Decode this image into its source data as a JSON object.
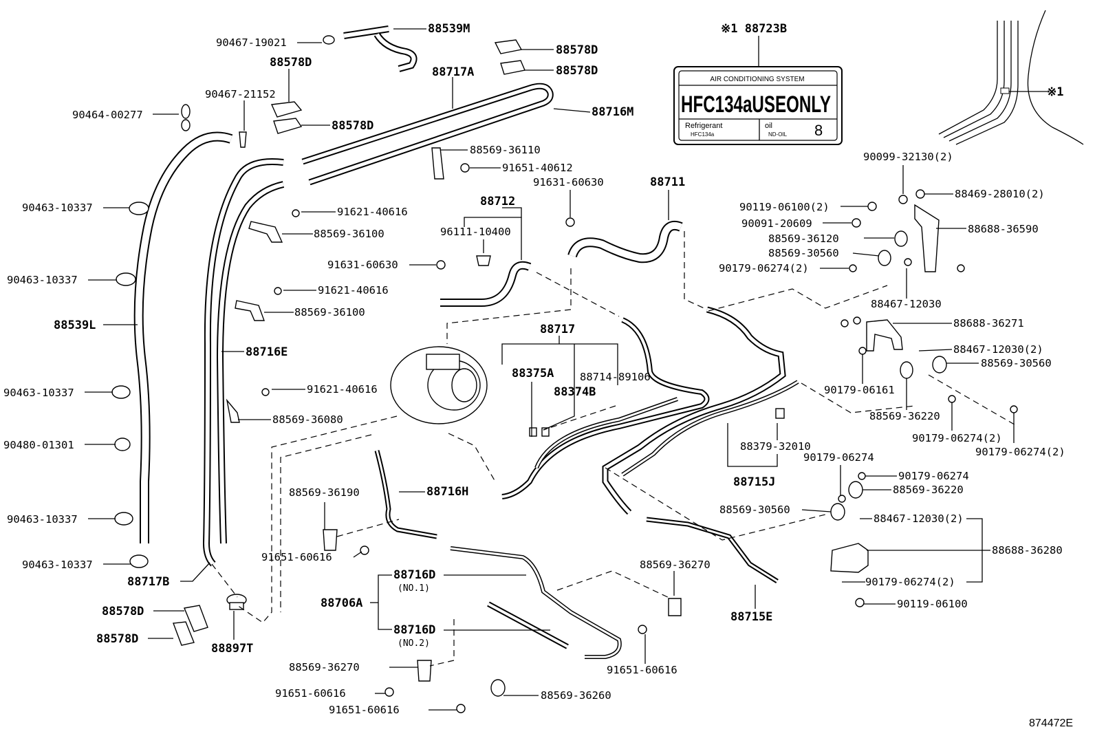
{
  "diagram_code": "874472E",
  "label": {
    "note": "※1 88723B",
    "header": "AIR CONDITIONING SYSTEM",
    "main": "HFC134aUSEONLY",
    "refrigerant": "Refrigerant",
    "refrigerant_type": "HFC134a",
    "oil": "oil",
    "oil_type": "ND-OIL",
    "oil_number": "8"
  },
  "callouts": {
    "c88539M": "88539M",
    "c90467_19021": "90467-19021",
    "c88578D_a": "88578D",
    "c88578D_b": "88578D",
    "c88578D_c": "88578D",
    "c88578D_d": "88578D",
    "c88578D_e": "88578D",
    "c88578D_f": "88578D",
    "c88717A": "88717A",
    "c88716M": "88716M",
    "c90467_21152": "90467-21152",
    "c90464_00277": "90464-00277",
    "c90463_a": "90463-10337",
    "c90463_b": "90463-10337",
    "c90463_c": "90463-10337",
    "c90463_d": "90463-10337",
    "c90463_e": "90463-10337",
    "c90480": "90480-01301",
    "c88539L": "88539L",
    "c88716E": "88716E",
    "c88717B": "88717B",
    "c88897T": "88897T",
    "c88569_36110": "88569-36110",
    "c91651_40612": "91651-40612",
    "c91631_60630_a": "91631-60630",
    "c91631_60630_b": "91631-60630",
    "c88711": "88711",
    "c88712": "88712",
    "c96111_10400": "96111-10400",
    "c91621_a": "91621-40616",
    "c91621_b": "91621-40616",
    "c91621_c": "91621-40616",
    "c88569_36100_a": "88569-36100",
    "c88569_36100_b": "88569-36100",
    "c88569_36080": "88569-36080",
    "c88717": "88717",
    "c88375A": "88375A",
    "c88374B": "88374B",
    "c88714": "88714-89106",
    "c88716H": "88716H",
    "c88569_36190": "88569-36190",
    "c91651_60616_a": "91651-60616",
    "c91651_60616_b": "91651-60616",
    "c91651_60616_c": "91651-60616",
    "c91651_60616_d": "91651-60616",
    "c88716D_1": "88716D",
    "c88716D_1_sub": "(NO.1)",
    "c88716D_2": "88716D",
    "c88716D_2_sub": "(NO.2)",
    "c88706A": "88706A",
    "c88569_36270_a": "88569-36270",
    "c88569_36270_b": "88569-36270",
    "c88569_36260": "88569-36260",
    "c88715E": "88715E",
    "c88715J": "88715J",
    "c88379": "88379-32010",
    "c90099": "90099-32130(2)",
    "c88469": "88469-28010(2)",
    "c90119_a": "90119-06100(2)",
    "c90119_b": "90119-06100",
    "c90091": "90091-20609",
    "c88688_36590": "88688-36590",
    "c88569_36120": "88569-36120",
    "c88569_30560_a": "88569-30560",
    "c88569_30560_b": "88569-30560",
    "c88569_30560_c": "88569-30560",
    "c90179_a": "90179-06274(2)",
    "c90179_b": "90179-06274(2)",
    "c90179_c": "90179-06274(2)",
    "c90179_d": "90179-06274",
    "c90179_e": "90179-06274",
    "c90179_f": "90179-06274(2)",
    "c88467_a": "88467-12030",
    "c88467_b": "88467-12030(2)",
    "c88467_c": "88467-12030(2)",
    "c88688_36271": "88688-36271",
    "c90179_06161": "90179-06161",
    "c88569_36220_a": "88569-36220",
    "c88569_36220_b": "88569-36220",
    "c88688_36280": "88688-36280",
    "c_note1": "※1"
  }
}
